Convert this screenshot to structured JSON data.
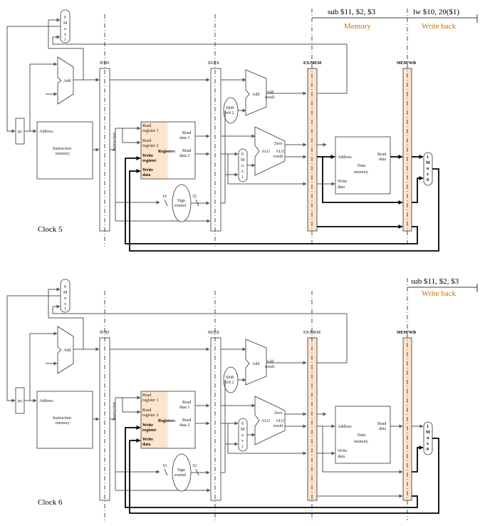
{
  "colors": {
    "stage_text": "#c87000",
    "active_fill": "#fde4cc",
    "wire": "#555555",
    "active_wire": "#000000"
  },
  "labels": {
    "mux_0": "0",
    "mux_1": "1",
    "mux_m": "M",
    "mux_u": "u",
    "mux_x": "x",
    "add": "Add",
    "add_result": "Add",
    "result": "result",
    "shift_left": "Shift",
    "shift_left2": "left 2",
    "alu": "ALU",
    "zero": "Zero",
    "alu_result": "ALU",
    "alu_result2": "result",
    "pc": "PC",
    "address": "Address",
    "instruction_memory_1": "Instruction",
    "instruction_memory_2": "memory",
    "instruction": "Instruction",
    "read_register1_a": "Read",
    "read_register1_b": "register 1",
    "read_register2_a": "Read",
    "read_register2_b": "register 2",
    "write_register_a": "Write",
    "write_register_b": "register",
    "write_data_a": "Write",
    "write_data_b": "data",
    "registers": "Registers",
    "read_data1_a": "Read",
    "read_data1_b": "data 1",
    "read_data2_a": "Read",
    "read_data2_b": "data 2",
    "sign_extend_a": "Sign",
    "sign_extend_b": "extend",
    "bits16": "16",
    "bits32": "32",
    "data_memory_address": "Address",
    "data_memory_a": "Data",
    "data_memory_b": "memory",
    "read_data_a": "Read",
    "read_data_b": "data",
    "dm_write_data_a": "Write",
    "dm_write_data_b": "data",
    "if_id": "IF/ID",
    "id_ex": "ID/EX",
    "ex_mem": "EX/MEM",
    "mem_wb": "MEM/WB"
  },
  "panels": [
    {
      "clock": "Clock 5",
      "instructions": [
        {
          "text": "sub $11, $2, $3",
          "stage": "Memory"
        },
        {
          "text": "lw $10, 20($1)",
          "stage": "Write back"
        }
      ]
    },
    {
      "clock": "Clock 6",
      "instructions": [
        {
          "text": "sub $11, $2, $3",
          "stage": "Write back"
        }
      ]
    }
  ]
}
